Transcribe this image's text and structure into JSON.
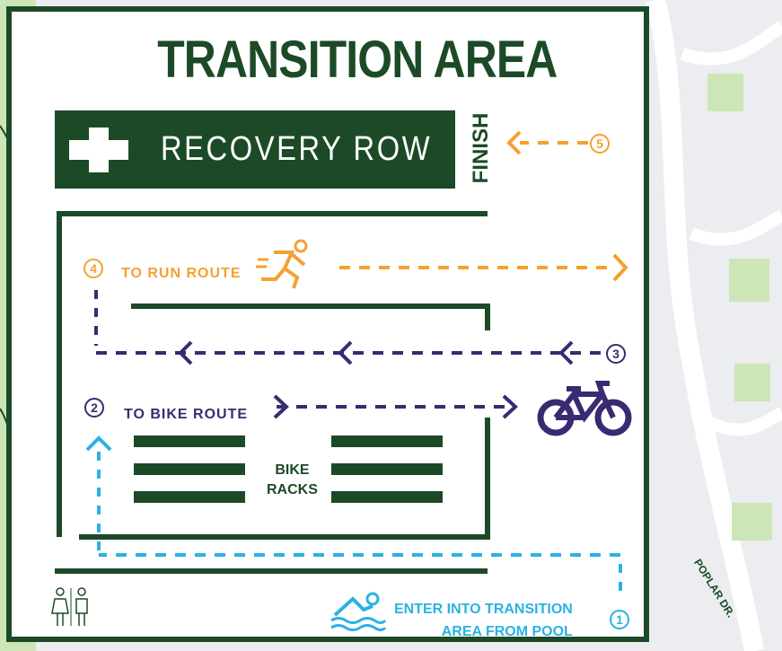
{
  "title": "TRANSITION AREA",
  "recovery_row": "RECOVERY ROW",
  "finish": "FINISH",
  "run_route": "TO RUN ROUTE",
  "bike_route": "TO BIKE ROUTE",
  "bike_racks": [
    "BIKE",
    "RACKS"
  ],
  "pool_entry": [
    "ENTER INTO TRANSITION",
    "AREA FROM POOL"
  ],
  "street": "POPLAR DR.",
  "steps": [
    "1",
    "2",
    "3",
    "4",
    "5"
  ],
  "icons": [
    "first-aid-cross-icon",
    "runner-icon",
    "bicycle-icon",
    "swimmer-icon",
    "restroom-icon"
  ],
  "colors": {
    "board_green": "#1c4a27",
    "run_orange": "#f5a031",
    "bike_purple": "#3a2a72",
    "swim_blue": "#2bb2e4",
    "map_park_green": "#cde6b7",
    "map_road": "#ffffff",
    "map_block": "#ecedf0"
  }
}
